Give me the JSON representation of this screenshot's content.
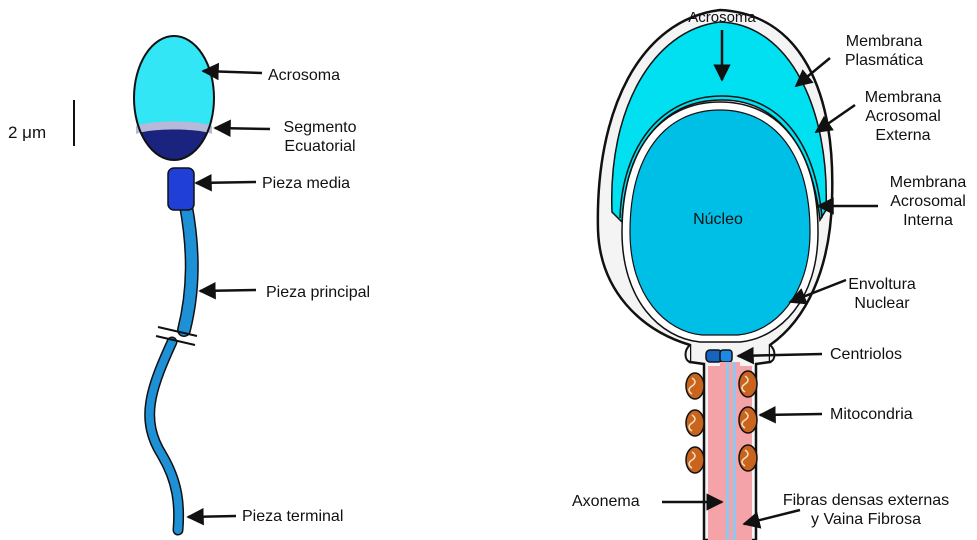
{
  "colors": {
    "cyan_light": "#33E6F5",
    "cyan": "#00BFE6",
    "blue_mid": "#1E90D6",
    "blue_dark": "#1A237E",
    "blue_piece": "#1F3FD6",
    "mito": "#C8641E",
    "fiber_pink": "#F4A4A8",
    "axoneme": "#8EC7F0",
    "outline": "#111111"
  },
  "scale": {
    "text": "2 μm"
  },
  "left": {
    "acrosoma": "Acrosoma",
    "segmento": [
      "Segmento",
      "Ecuatorial"
    ],
    "pieza_media": "Pieza media",
    "pieza_principal": "Pieza principal",
    "pieza_terminal": "Pieza terminal"
  },
  "right": {
    "acrosoma": "Acrosoma",
    "membrana_plasmatica": [
      "Membrana",
      "Plasmática"
    ],
    "membrana_externa": [
      "Membrana",
      "Acrosomal",
      "Externa"
    ],
    "membrana_interna": [
      "Membrana",
      "Acrosomal",
      "Interna"
    ],
    "nucleo": "Núcleo",
    "envoltura": [
      "Envoltura",
      "Nuclear"
    ],
    "centriolos": "Centriolos",
    "mitocondria": "Mitocondria",
    "axonema": "Axonema",
    "fibras": [
      "Fibras densas externas",
      "y Vaina Fibrosa"
    ]
  }
}
